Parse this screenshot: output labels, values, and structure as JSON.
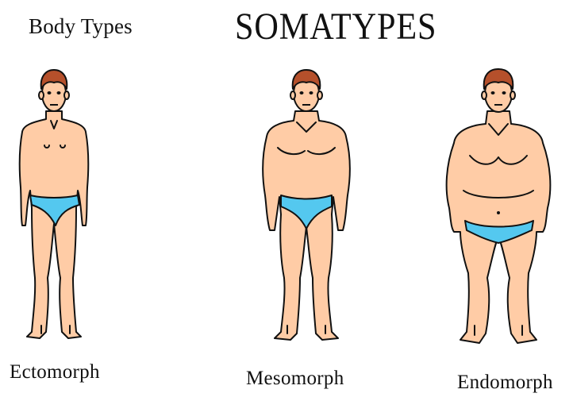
{
  "header": {
    "left_title": "Body Types",
    "main_title": "SOMATYPES"
  },
  "figures": [
    {
      "label": "Ectomorph",
      "icon": "ectomorph-body-figure"
    },
    {
      "label": "Mesomorph",
      "icon": "mesomorph-body-figure"
    },
    {
      "label": "Endomorph",
      "icon": "endomorph-body-figure"
    }
  ],
  "colors": {
    "skin": "#ffcca6",
    "hair": "#b5502b",
    "underwear": "#54c8ef",
    "outline": "#111111"
  }
}
